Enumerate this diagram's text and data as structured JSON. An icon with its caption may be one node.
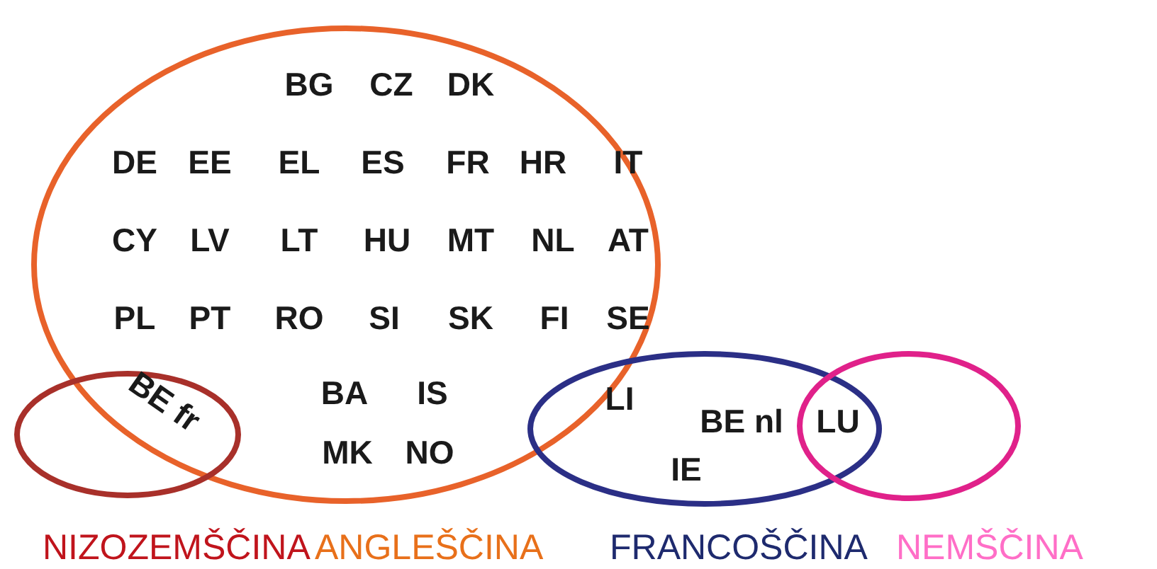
{
  "diagram": {
    "nodes": [
      {
        "text": [
          "ANGLEŠČINA"
        ]
      },
      {
        "text": [
          "NIZOZEMŠČINA"
        ]
      },
      {
        "text": [
          "FRANCOŠČINA"
        ]
      },
      {
        "text": [
          "NEMŠČINA"
        ]
      }
    ],
    "labels": [
      "BG",
      "CZ",
      "DK",
      "DE",
      "EE",
      "EL",
      "ES",
      "FR",
      "HR",
      "IT",
      "CY",
      "LV",
      "LT",
      "HU",
      "MT",
      "NL",
      "AT",
      "PL",
      "PT",
      "RO",
      "SI",
      "SK",
      "FI",
      "SE",
      "BE fr",
      "BA",
      "IS",
      "MK",
      "NO",
      "LI",
      "BE nl",
      "IE",
      "LU"
    ]
  }
}
